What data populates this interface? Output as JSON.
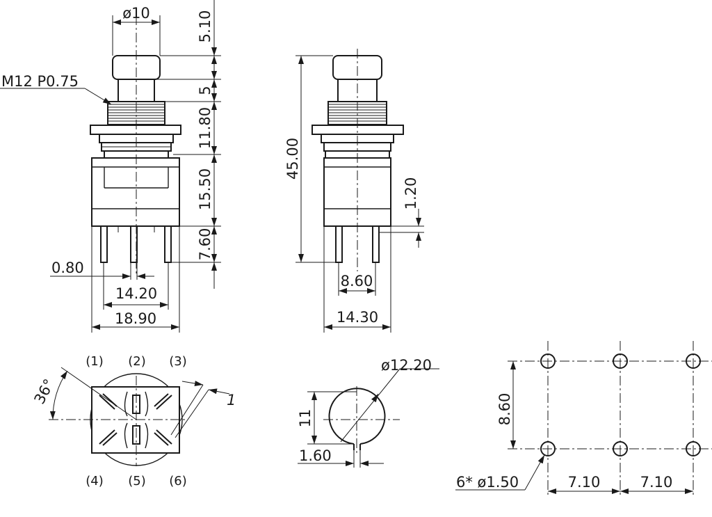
{
  "front_view": {
    "button_diameter": "ø10",
    "thread": "M12 P0.75",
    "vert_dims": [
      "5.10",
      "5",
      "11.80",
      "15.50",
      "7.60"
    ],
    "pin_width": "0.80",
    "pin_span": "14.20",
    "body_width": "18.90"
  },
  "side_view": {
    "total_height": "45.00",
    "pin_offset": "1.20",
    "pin_span": "8.60",
    "body_width": "14.30"
  },
  "bottom_view": {
    "pin_labels": [
      "(1)",
      "(2)",
      "(3)",
      "(4)",
      "(5)",
      "(6)"
    ],
    "angle": "36°",
    "pin_thickness": "1"
  },
  "panel_cutout": {
    "hole_diameter": "ø12.20",
    "flat_height": "11",
    "key_width": "1.60"
  },
  "pcb_layout": {
    "row_pitch": "8.60",
    "holes": "6* ø1.50",
    "col_pitch_1": "7.10",
    "col_pitch_2": "7.10"
  }
}
